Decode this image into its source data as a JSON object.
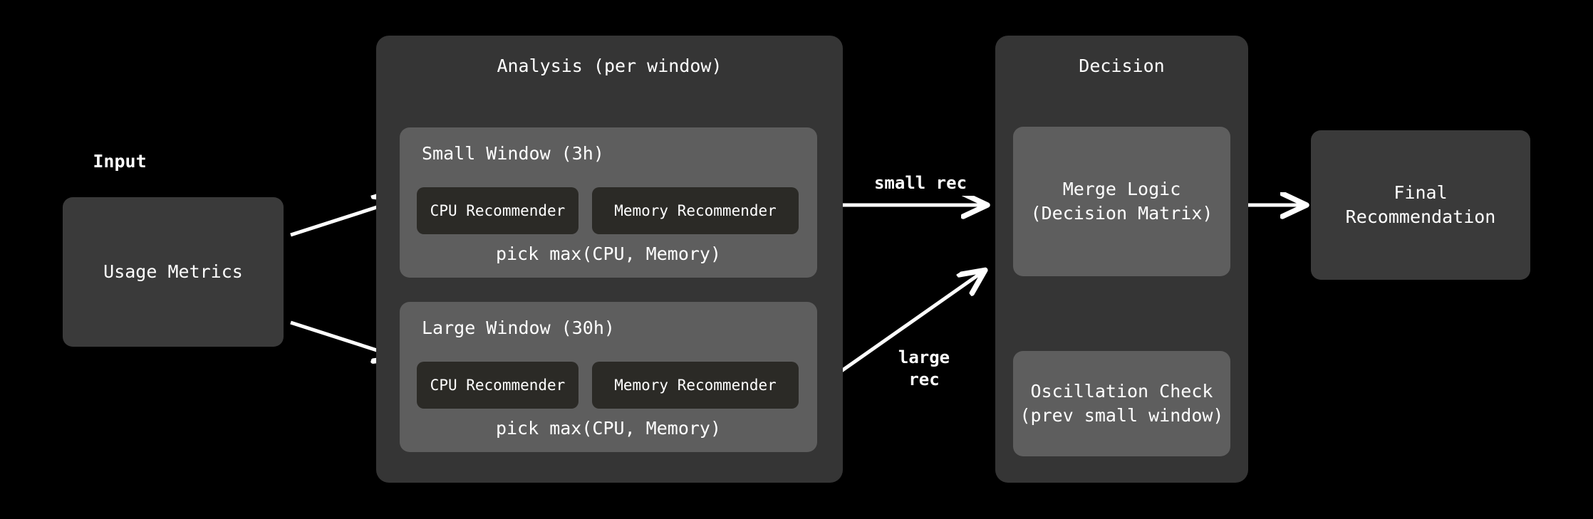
{
  "diagram": {
    "background": "#000000",
    "stroke_color": "#ffffff",
    "panel_color": "#353535",
    "window_color": "#5e5e5e",
    "chip_color": "#2b2a26",
    "box_color": "#3a3a3a"
  },
  "input": {
    "section_label": "Input",
    "node_label": "Usage Metrics"
  },
  "analysis": {
    "title": "Analysis (per window)",
    "windows": [
      {
        "title": "Small Window (3h)",
        "cpu_chip": "CPU Recommender",
        "memory_chip": "Memory Recommender",
        "footer": "pick max(CPU, Memory)"
      },
      {
        "title": "Large Window (30h)",
        "cpu_chip": "CPU Recommender",
        "memory_chip": "Memory Recommender",
        "footer": "pick max(CPU, Memory)"
      }
    ]
  },
  "decision": {
    "title": "Decision",
    "merge_logic": "Merge Logic\n(Decision Matrix)",
    "oscillation_check": "Oscillation Check\n(prev small window)"
  },
  "output": {
    "final": "Final\nRecommendation"
  },
  "edges": {
    "small_rec": "small rec",
    "large_rec": "large\nrec"
  }
}
